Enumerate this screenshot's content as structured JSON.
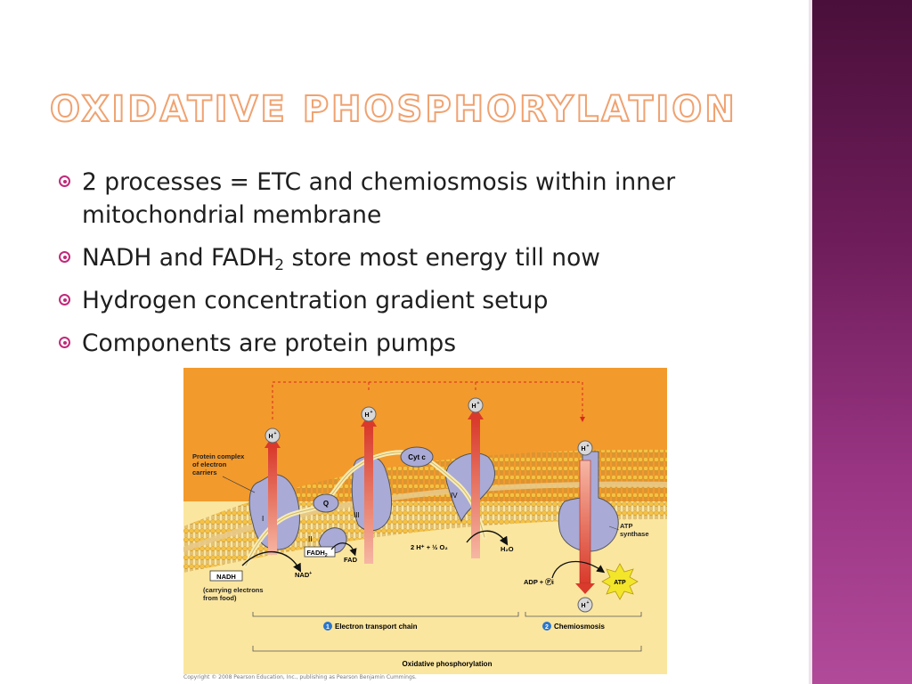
{
  "slide": {
    "title": "Oxidative Phosphorylation",
    "bullets": [
      {
        "text": "2 processes = ETC and chemiosmosis within inner mitochondrial membrane"
      },
      {
        "pre": "NADH and FADH",
        "sub": "2",
        "post": " store most energy till now"
      },
      {
        "text": "Hydrogen concentration gradient setup"
      },
      {
        "text": "Components are protein pumps"
      }
    ]
  },
  "figure": {
    "h_ion": "H",
    "h_charge": "+",
    "complex_label": "Protein complex of electron carriers",
    "complex_lines": [
      "Protein complex",
      "of electron",
      "carriers"
    ],
    "roman": [
      "I",
      "II",
      "III",
      "IV"
    ],
    "q": "Q",
    "cyt_c": "Cyt c",
    "nadh": "NADH",
    "nadh_note_lines": [
      "(carrying electrons",
      "from food)"
    ],
    "nad_plus": "NAD",
    "fadh2": "FADH",
    "fad": "FAD",
    "oxygen_eq": "2 H⁺ + ½ O₂",
    "water": "H₂O",
    "atp_synthase_lines": [
      "ATP",
      "synthase"
    ],
    "adp_pi": "ADP + Ⓟi",
    "atp": "ATP",
    "etc_step": "1",
    "etc_label": "Electron transport chain",
    "chemi_step": "2",
    "chemi_label": "Chemiosmosis",
    "bottom_label": "Oxidative phosphorylation",
    "copyright": "Copyright © 2008 Pearson Education, Inc., publishing as Pearson Benjamin Cummings."
  },
  "colors": {
    "accent": "#c02a7a",
    "title_outline": "#f0a270",
    "sidebar": "#7a2566",
    "intermembrane": "#f39a2c",
    "matrix": "#fbe6a0",
    "protein": "#a9aad6",
    "proton_arrow": "#e0493a"
  }
}
